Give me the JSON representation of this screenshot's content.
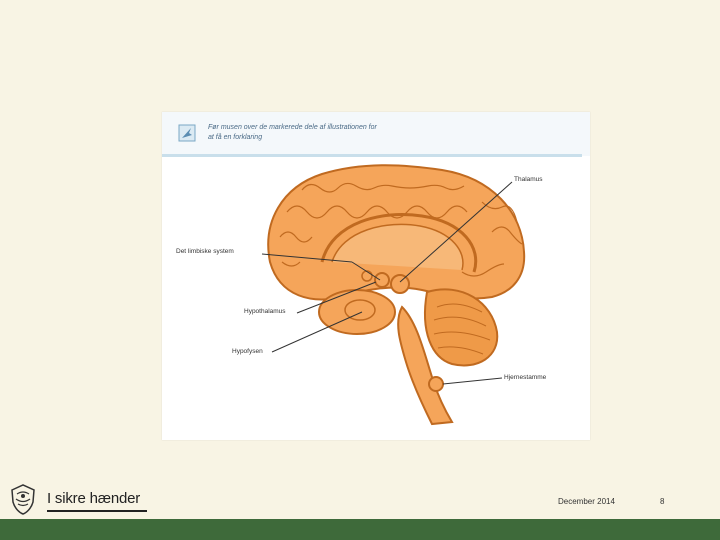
{
  "figure": {
    "hint": "Før musen over de markerede dele af illustrationen for at få en forklaring",
    "labels": {
      "thalamus": "Thalamus",
      "limbic": "Det limbiske system",
      "hypothalamus": "Hypothalamus",
      "hypofysen": "Hypofysen",
      "brainstem": "Hjernestamme"
    },
    "colors": {
      "brain": "#f5a55a",
      "outline": "#c06a20",
      "header_line": "#c9dfeb"
    },
    "hint_icon": "cursor-arrow-icon"
  },
  "footer": {
    "brand": "I sikre hænder",
    "date": "December 2014",
    "page": "8",
    "logo_icon": "crest-logo-icon",
    "bar_color": "#3e6a3a"
  }
}
